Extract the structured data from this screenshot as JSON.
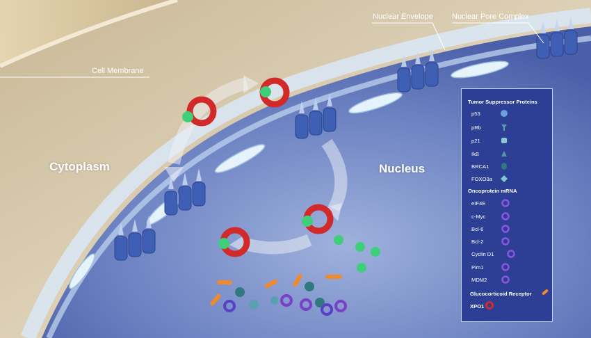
{
  "labels": {
    "cell_membrane": "Cell Membrane",
    "nuclear_envelope": "Nuclear Envelope",
    "nuclear_pore_complex": "Nuclear Pore Complex",
    "cytoplasm": "Cytoplasm",
    "nucleus": "Nucleus"
  },
  "legend": {
    "tumor_suppressor": {
      "title": "Tumor Suppressor Proteins",
      "items": [
        "p53",
        "pRb",
        "p21",
        "IkB",
        "BRCA1",
        "FOXO3a"
      ]
    },
    "oncoprotein": {
      "title": "Oncoprotein mRNA",
      "items": [
        "eIF4E",
        "c-Myc",
        "Bcl-6",
        "Bcl-2",
        "Cyclin D1",
        "Pim1",
        "MDM2"
      ]
    },
    "glucocorticoid": "Glucocorticoid Receptor",
    "xpo1": "XPO1"
  },
  "colors": {
    "cytoplasm": "#d8c9ad",
    "nucleus": "#5a70b8",
    "envelope": "#cfe0f4",
    "pore": "#3f5fb5",
    "xpo1": "#d22a2a",
    "cargo": "#3fcf7a",
    "suppressor": "#5aa0b0",
    "oncoprotein": "#7a3fc8",
    "receptor": "#f08a2a",
    "legend_bg": "#2c3f94"
  }
}
